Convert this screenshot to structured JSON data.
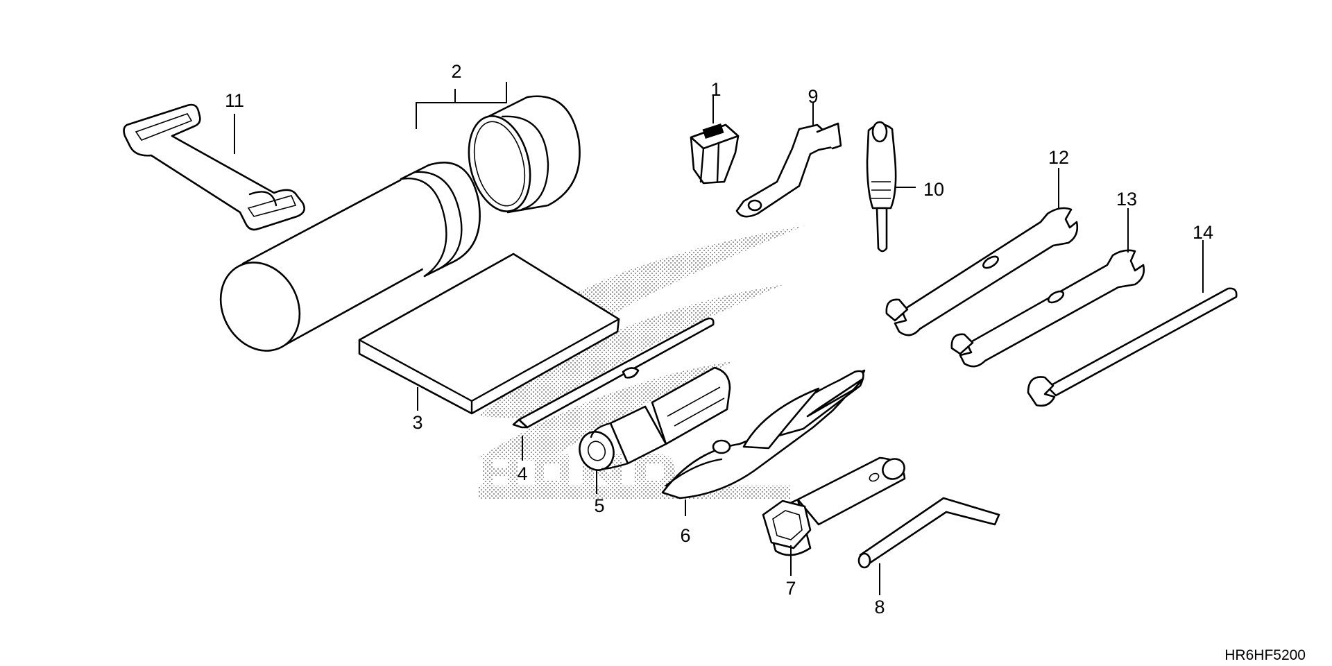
{
  "diagram": {
    "parts": [
      {
        "id": "1",
        "label": "1"
      },
      {
        "id": "2",
        "label": "2"
      },
      {
        "id": "3",
        "label": "3"
      },
      {
        "id": "4",
        "label": "4"
      },
      {
        "id": "5",
        "label": "5"
      },
      {
        "id": "6",
        "label": "6"
      },
      {
        "id": "7",
        "label": "7"
      },
      {
        "id": "8",
        "label": "8"
      },
      {
        "id": "9",
        "label": "9"
      },
      {
        "id": "10",
        "label": "10"
      },
      {
        "id": "11",
        "label": "11"
      },
      {
        "id": "12",
        "label": "12"
      },
      {
        "id": "13",
        "label": "13"
      },
      {
        "id": "14",
        "label": "14"
      }
    ],
    "watermark_text": "HONDA",
    "diagram_code": "HR6HF5200"
  }
}
